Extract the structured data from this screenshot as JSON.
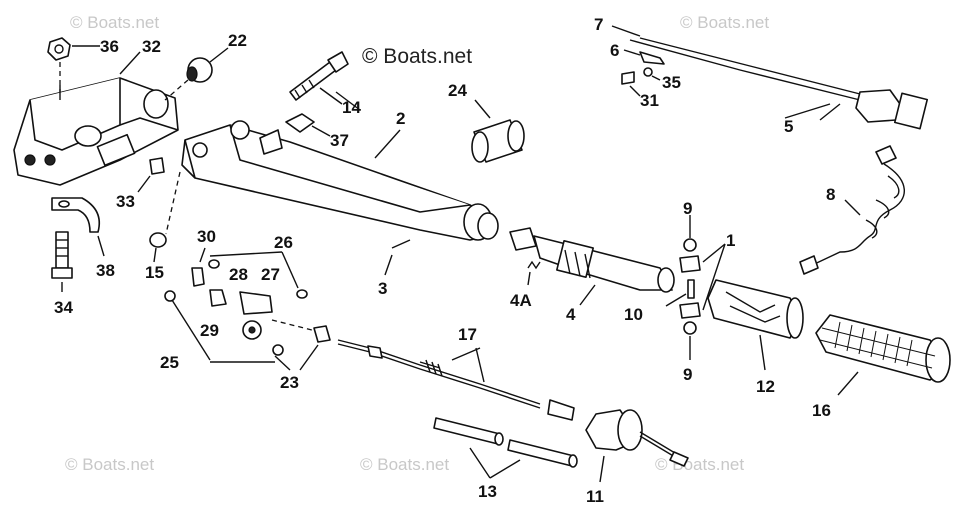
{
  "watermark": {
    "main": "© Boats.net",
    "faded": "© Boats.net"
  },
  "labels": {
    "p1": "1",
    "p2": "2",
    "p3": "3",
    "p4": "4",
    "p4a": "4A",
    "p5": "5",
    "p6": "6",
    "p7": "7",
    "p8": "8",
    "p9a": "9",
    "p9b": "9",
    "p10": "10",
    "p11": "11",
    "p12": "12",
    "p13": "13",
    "p14": "14",
    "p15": "15",
    "p16": "16",
    "p17": "17",
    "p22": "22",
    "p23": "23",
    "p24": "24",
    "p25": "25",
    "p26": "26",
    "p27": "27",
    "p28": "28",
    "p29": "29",
    "p30": "30",
    "p31": "31",
    "p32": "32",
    "p33": "33",
    "p34": "34",
    "p35": "35",
    "p36": "36",
    "p37": "37",
    "p38": "38"
  }
}
